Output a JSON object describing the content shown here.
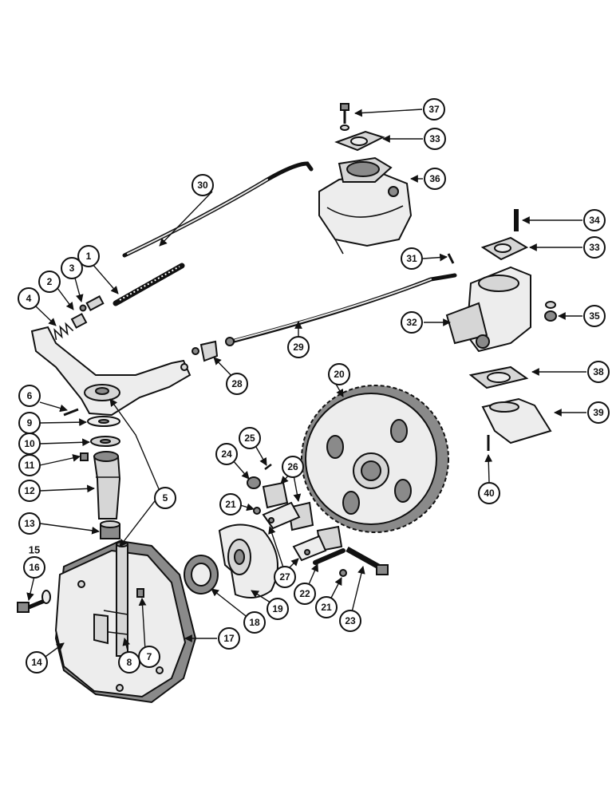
{
  "diagram": {
    "callouts": [
      "1",
      "2",
      "3",
      "4",
      "5",
      "6",
      "7",
      "8",
      "9",
      "10",
      "11",
      "12",
      "13",
      "14",
      "16",
      "17",
      "18",
      "19",
      "20",
      "21",
      "22",
      "23",
      "24",
      "25",
      "26",
      "27",
      "28",
      "29",
      "30",
      "31",
      "32",
      "33",
      "34",
      "35",
      "36",
      "37",
      "38",
      "39",
      "40"
    ],
    "free_labels": [
      "15"
    ]
  }
}
